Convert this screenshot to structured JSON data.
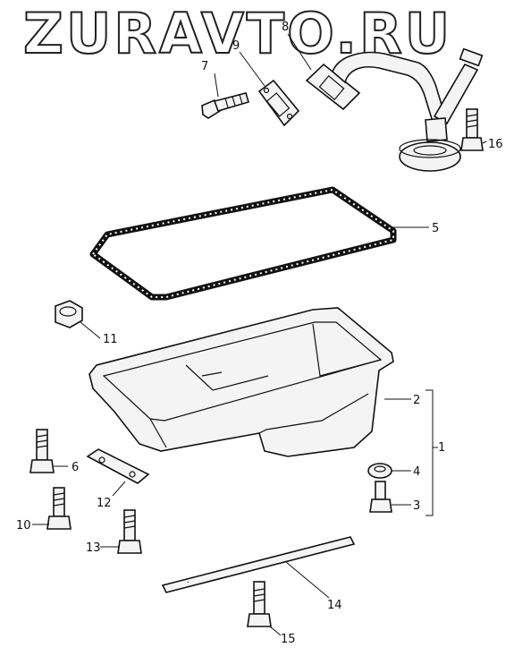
{
  "watermark": "ZURAVTO.RU",
  "callouts": {
    "c1": "1",
    "c2": "2",
    "c3": "3",
    "c4": "4",
    "c5": "5",
    "c6": "6",
    "c7": "7",
    "c8": "8",
    "c9": "9",
    "c10": "10",
    "c11": "11",
    "c12": "12",
    "c13": "13",
    "c14": "14",
    "c15": "15",
    "c16": "16"
  }
}
